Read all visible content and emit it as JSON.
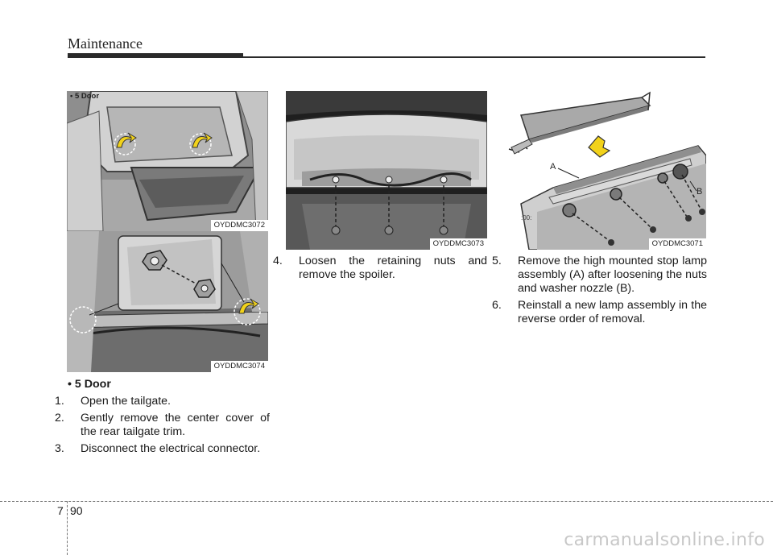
{
  "header": {
    "title": "Maintenance"
  },
  "figures": {
    "fig1": {
      "tag": "• 5 Door",
      "code": "OYDDMC3072"
    },
    "fig2": {
      "code": "OYDDMC3074"
    },
    "fig3": {
      "code": "OYDDMC3073"
    },
    "fig4": {
      "code": "OYDDMC3071",
      "label_a": "A",
      "label_b": "B"
    }
  },
  "col1": {
    "heading": "• 5 Door",
    "steps": [
      {
        "num": "1.",
        "text": "Open the tailgate."
      },
      {
        "num": "2.",
        "text": "Gently remove the center cover of the rear tailgate trim."
      },
      {
        "num": "3.",
        "text": "Disconnect the electrical connector."
      }
    ]
  },
  "col2": {
    "steps": [
      {
        "num": "4.",
        "text": "Loosen the retaining nuts and remove the spoiler."
      }
    ]
  },
  "col3": {
    "steps": [
      {
        "num": "5.",
        "text": "Remove the high mounted stop lamp assembly (A) after loosening the nuts and washer nozzle (B)."
      },
      {
        "num": "6.",
        "text": "Reinstall a new lamp assembly in the reverse order of removal."
      }
    ]
  },
  "footer": {
    "section": "7",
    "page": "90",
    "watermark": "carmanualsonline.info"
  },
  "colors": {
    "arrow_yellow": "#f2d21a",
    "rule": "#2a2a2a"
  }
}
